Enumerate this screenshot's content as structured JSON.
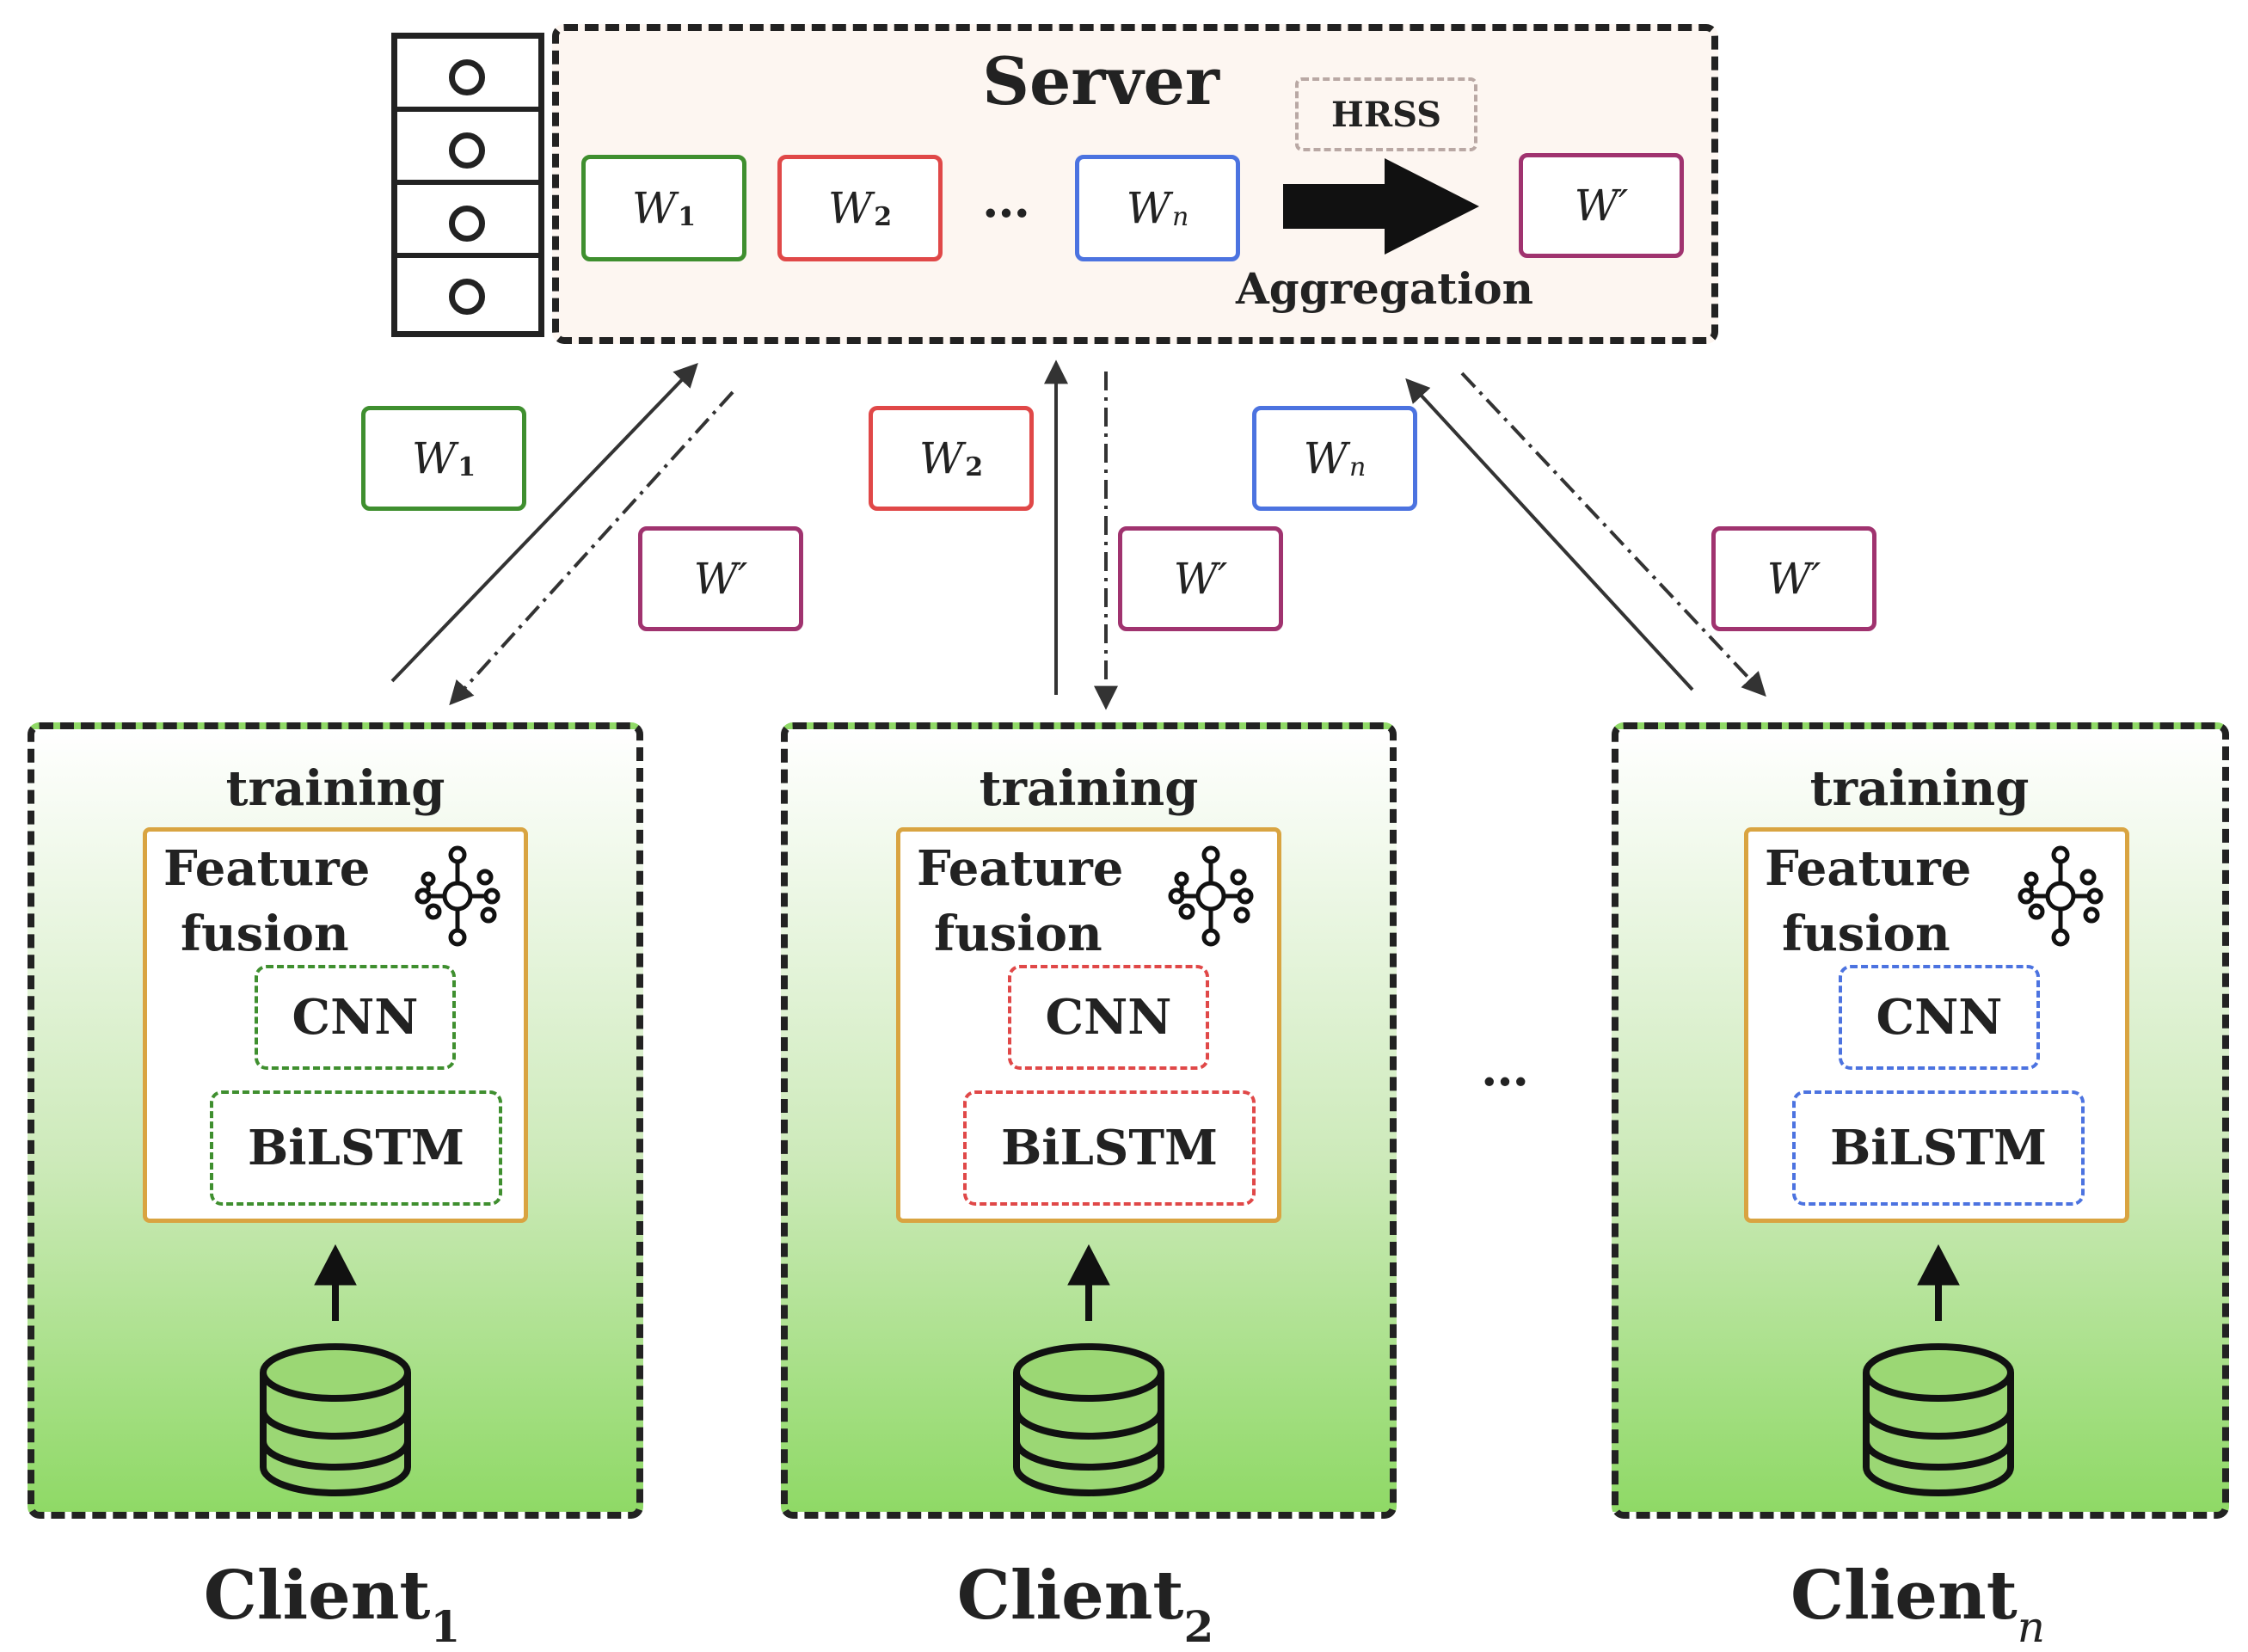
{
  "server": {
    "title": "Server",
    "weights": [
      {
        "base": "W",
        "sub": "1",
        "color": "#3f8f2f"
      },
      {
        "base": "W",
        "sub": "2",
        "color": "#e04848"
      },
      {
        "base": "W",
        "sub": "n",
        "color": "#4c73e0"
      }
    ],
    "ellipsis": "…",
    "hrss": "HRSS",
    "aggregation": "Aggregation",
    "output": {
      "base": "W′",
      "color": "#a0336f"
    }
  },
  "links": [
    {
      "upload": {
        "base": "W",
        "sub": "1",
        "color": "#3f8f2f"
      },
      "download": {
        "base": "W′",
        "color": "#a0336f"
      }
    },
    {
      "upload": {
        "base": "W",
        "sub": "2",
        "color": "#e04848"
      },
      "download": {
        "base": "W′",
        "color": "#a0336f"
      }
    },
    {
      "upload": {
        "base": "W",
        "sub": "n",
        "color": "#4c73e0"
      },
      "download": {
        "base": "W′",
        "color": "#a0336f"
      }
    }
  ],
  "clients": [
    {
      "name": "Client",
      "sub": "1",
      "training": "training",
      "ff_line1": "Feature",
      "ff_line2": "fusion",
      "cnn": "CNN",
      "bilstm": "BiLSTM",
      "color": "#3f8f2f"
    },
    {
      "name": "Client",
      "sub": "2",
      "training": "training",
      "ff_line1": "Feature",
      "ff_line2": "fusion",
      "cnn": "CNN",
      "bilstm": "BiLSTM",
      "color": "#e04848"
    },
    {
      "name": "Client",
      "sub": "n",
      "training": "training",
      "ff_line1": "Feature",
      "ff_line2": "fusion",
      "cnn": "CNN",
      "bilstm": "BiLSTM",
      "color": "#4c73e0"
    }
  ],
  "between_clients_ellipsis": "…",
  "icons": [
    "server-rack-icon",
    "aggregation-arrow-icon",
    "network-node-icon",
    "database-icon",
    "up-arrow-icon"
  ]
}
